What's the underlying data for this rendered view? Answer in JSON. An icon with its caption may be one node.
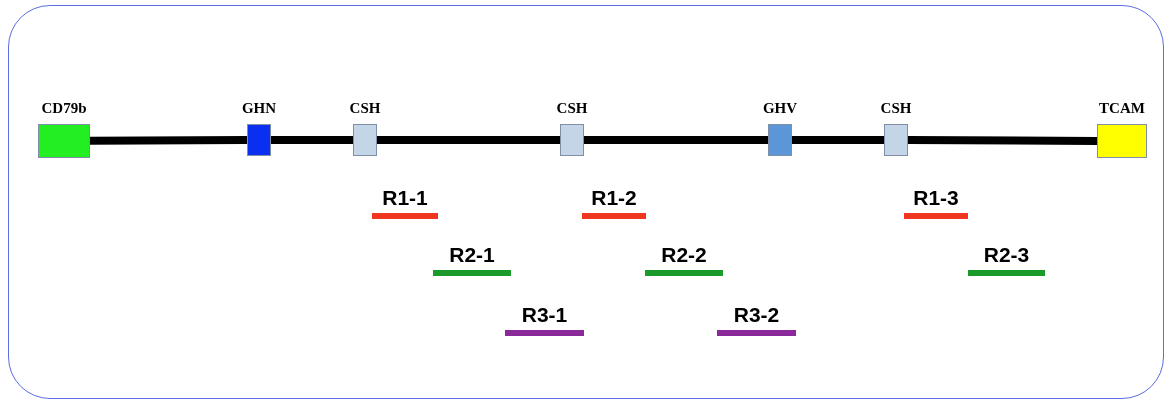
{
  "diagram": {
    "nodes": [
      {
        "text": [
          "CD79b"
        ]
      },
      {
        "text": [
          "GHN"
        ]
      },
      {
        "text": [
          "CSH"
        ]
      },
      {
        "text": [
          "CSH"
        ]
      },
      {
        "text": [
          "GHV"
        ]
      },
      {
        "text": [
          "CSH"
        ]
      },
      {
        "text": [
          "TCAM"
        ]
      },
      {
        "text": [
          "R1-1"
        ]
      },
      {
        "text": [
          "R1-2"
        ]
      },
      {
        "text": [
          "R1-3"
        ]
      },
      {
        "text": [
          "R2-1"
        ]
      },
      {
        "text": [
          "R2-2"
        ]
      },
      {
        "text": [
          "R2-3"
        ]
      },
      {
        "text": [
          "R3-1"
        ]
      },
      {
        "text": [
          "R3-2"
        ]
      }
    ],
    "edges": [
      {
        "from": 0,
        "to": 1,
        "arrow": "none"
      },
      {
        "from": 1,
        "to": 2,
        "arrow": "none"
      },
      {
        "from": 2,
        "to": 3,
        "arrow": "none"
      },
      {
        "from": 3,
        "to": 4,
        "arrow": "none"
      },
      {
        "from": 4,
        "to": 5,
        "arrow": "none"
      },
      {
        "from": 5,
        "to": 6,
        "arrow": "none"
      }
    ]
  }
}
